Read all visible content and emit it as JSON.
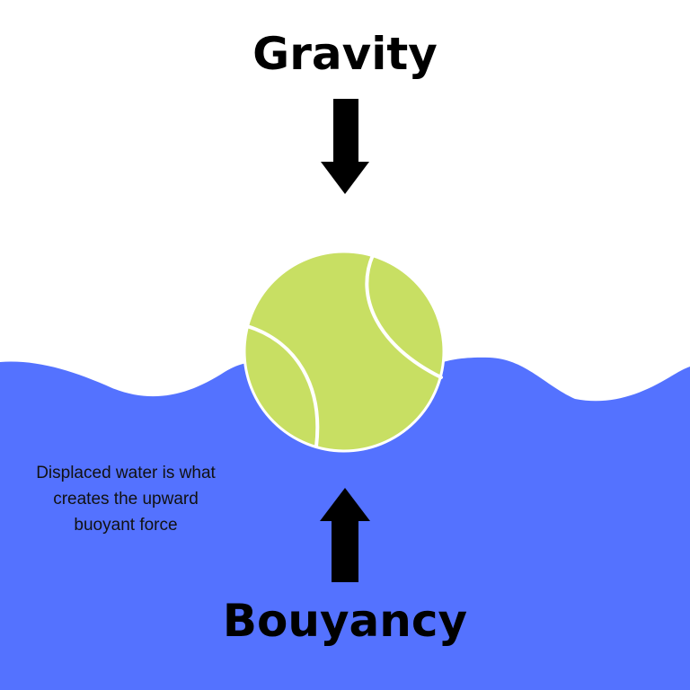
{
  "diagram": {
    "top_label": "Gravity",
    "bottom_label": "Bouyancy",
    "note_lines": [
      "Displaced water is what",
      "creates the upward",
      "buoyant force"
    ]
  },
  "colors": {
    "water": "#5472ff",
    "ball": "#c8df63",
    "ball_seam": "#ffffff",
    "arrows": "#000000",
    "text": "#000000",
    "background": "#ffffff"
  },
  "icons": {
    "ball": "tennis-ball-icon",
    "gravity_arrow": "arrow-down-icon",
    "buoyancy_arrow": "arrow-up-icon"
  }
}
